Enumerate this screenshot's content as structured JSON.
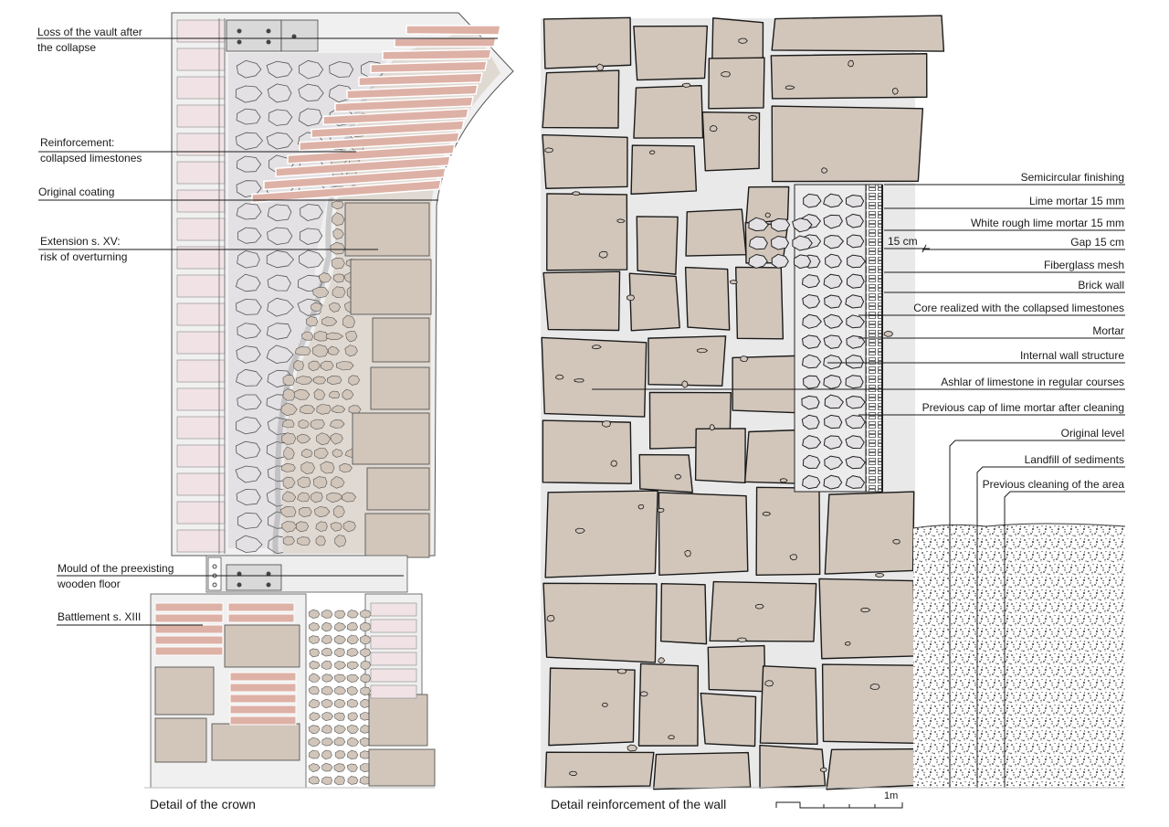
{
  "left_panel": {
    "caption": "Detail of the crown",
    "labels": [
      {
        "id": "vault-loss",
        "lines": [
          "Loss of the vault after",
          "the collapse"
        ]
      },
      {
        "id": "reinforcement",
        "lines": [
          "Reinforcement:",
          "collapsed limestones"
        ]
      },
      {
        "id": "original-coating",
        "lines": [
          "Original coating"
        ]
      },
      {
        "id": "extension",
        "lines": [
          "Extension s. XV:",
          "risk of overturning"
        ]
      },
      {
        "id": "mould-floor",
        "lines": [
          "Mould of the preexisting",
          "wooden floor"
        ]
      },
      {
        "id": "battlement",
        "lines": [
          "Battlement s. XIII"
        ]
      }
    ]
  },
  "right_panel": {
    "caption": "Detail reinforcement of the wall",
    "gap_dimension": "15 cm",
    "scale_label": "1m",
    "labels": [
      "Semicircular finishing",
      "Lime mortar 15 mm",
      "White rough lime mortar 15 mm",
      "Gap 15 cm",
      "Fiberglass mesh",
      "Brick wall",
      "Core realized with the collapsed limestones",
      "Mortar",
      "Internal wall structure",
      "Ashlar of limestone in regular courses",
      "Previous cap of lime mortar after cleaning",
      "Original level",
      "Landfill of sediments",
      "Previous cleaning of the area"
    ]
  },
  "colors": {
    "stone": "#d2c6bb",
    "rubble": "#e0d9d2",
    "light_stone": "#e3e1e4",
    "brick_red": "#deb1a6",
    "pink_brick": "#f1e3e5",
    "ink": "#1a1a1a"
  }
}
